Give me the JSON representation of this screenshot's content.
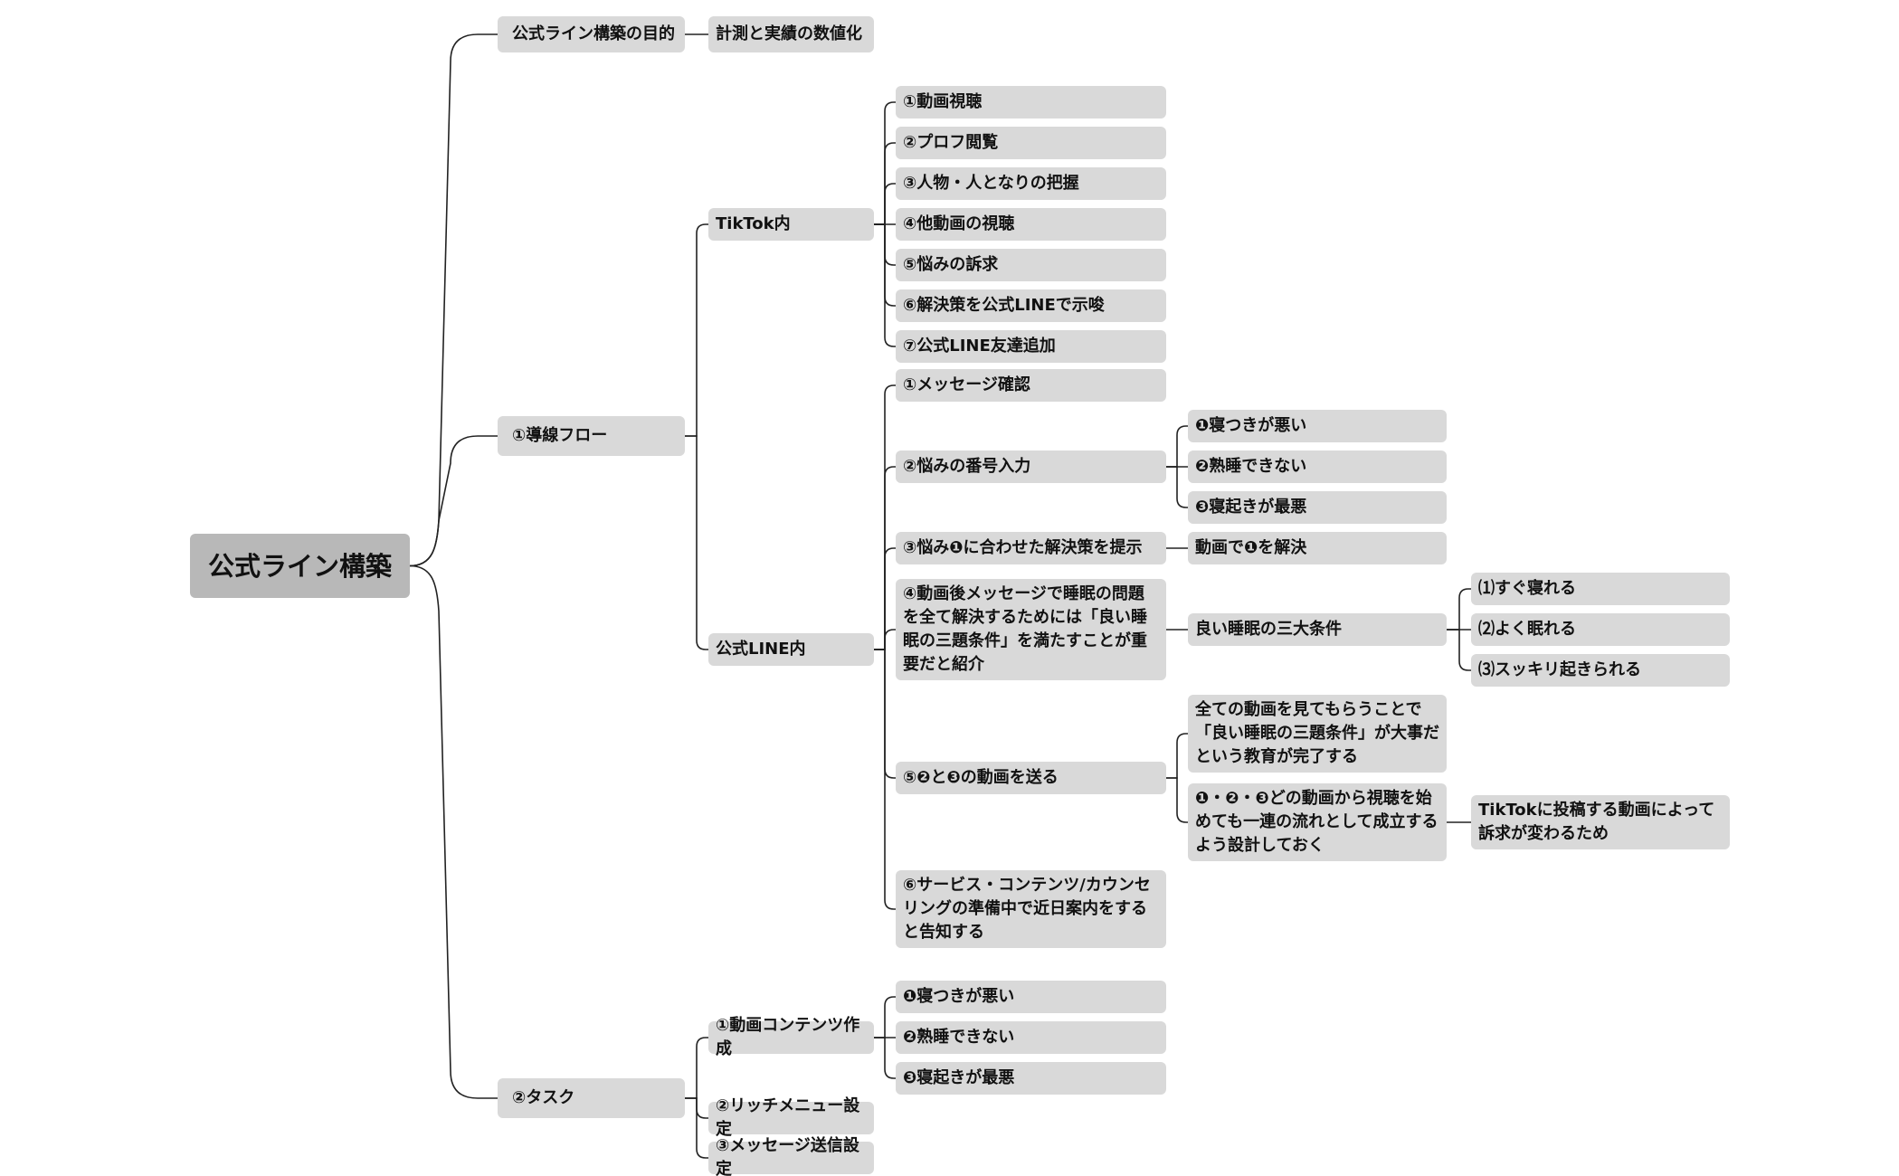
{
  "mindmap": {
    "root": "公式ライン構築",
    "purpose": {
      "label": "公式ライン構築の目的",
      "child": "計測と実績の数値化"
    },
    "flow": {
      "label": "①導線フロー",
      "tiktok": {
        "label": "TikTok内",
        "steps": [
          "①動画視聴",
          "②プロフ閲覧",
          "③人物・人となりの把握",
          "④他動画の視聴",
          "⑤悩みの訴求",
          "⑥解決策を公式LINEで示唆",
          "⑦公式LINE友達追加"
        ]
      },
      "line": {
        "label": "公式LINE内",
        "s1": "①メッセージ確認",
        "s2": "②悩みの番号入力",
        "s2_options": [
          "❶寝つきが悪い",
          "❷熟睡できない",
          "❸寝起きが最悪"
        ],
        "s3": "③悩み❶に合わせた解決策を提示",
        "s3_child": "動画で❶を解決",
        "s4": "④動画後メッセージで睡眠の問題を全て解決するためには「良い睡眠の三題条件」を満たすことが重要だと紹介",
        "s4_child": "良い睡眠の三大条件",
        "s4_conditions": [
          "⑴すぐ寝れる",
          "⑵よく眠れる",
          "⑶スッキリ起きられる"
        ],
        "s5": "⑤❷と❸の動画を送る",
        "s5_child1": "全ての動画を見てもらうことで「良い睡眠の三題条件」が大事だという教育が完了する",
        "s5_child2": "❶・❷・❸どの動画から視聴を始めても一連の流れとして成立するよう設計しておく",
        "s5_child2_child": "TikTokに投稿する動画によって訴求が変わるため",
        "s6": "⑥サービス・コンテンツ/カウンセリングの準備中で近日案内をすると告知する"
      }
    },
    "tasks": {
      "label": "②タスク",
      "video": {
        "label": "①動画コンテンツ作成",
        "items": [
          "❶寝つきが悪い",
          "❷熟睡できない",
          "❸寝起きが最悪"
        ]
      },
      "richmenu": "②リッチメニュー設定",
      "message": "③メッセージ送信設定"
    }
  }
}
